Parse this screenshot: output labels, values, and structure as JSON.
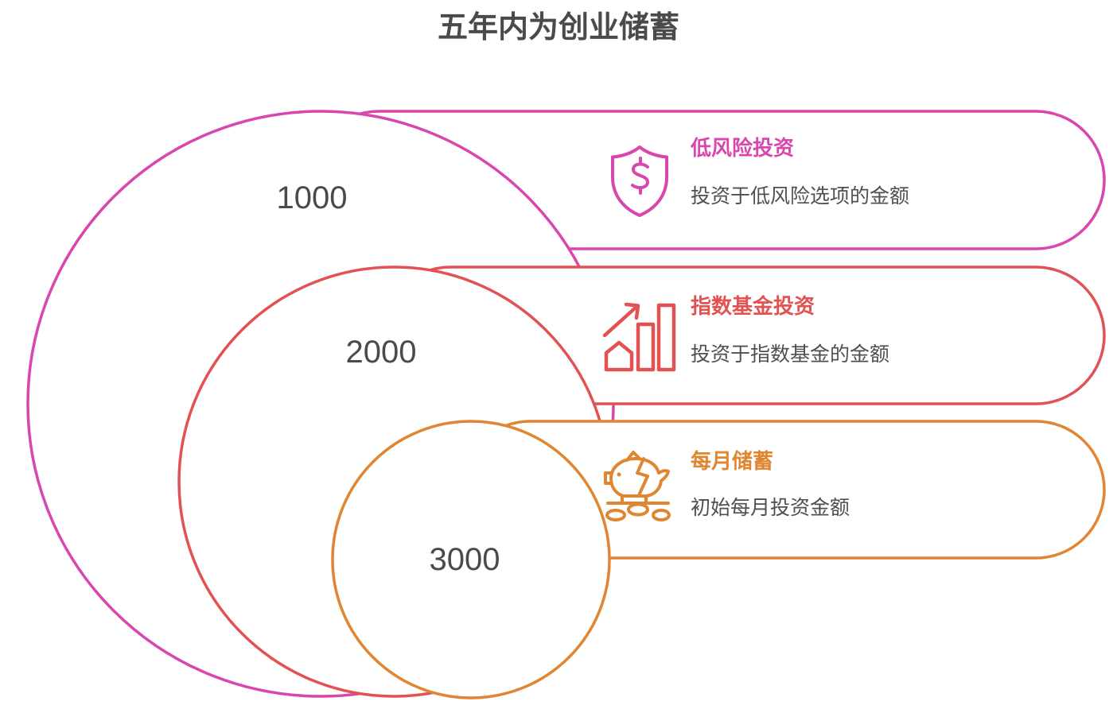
{
  "title": "五年内为创业储蓄",
  "colors": {
    "pink": "#D846AE",
    "red": "#E25252",
    "orange": "#E08632",
    "title_dark": "#4A4A4A",
    "number_gray": "#4A4A4A",
    "desc_gray": "#4F4F4F",
    "background": "#FFFFFF"
  },
  "rings": [
    {
      "value": "1000",
      "label": "低风险投资",
      "description": "投资于低风险选项的金额",
      "icon": "shield-dollar-icon",
      "color": "#D846AE"
    },
    {
      "value": "2000",
      "label": "指数基金投资",
      "description": "投资于指数基金的金额",
      "icon": "growth-chart-icon",
      "color": "#E25252"
    },
    {
      "value": "3000",
      "label": "每月储蓄",
      "description": "初始每月投资金额",
      "icon": "piggy-bank-icon",
      "color": "#E08632"
    }
  ]
}
